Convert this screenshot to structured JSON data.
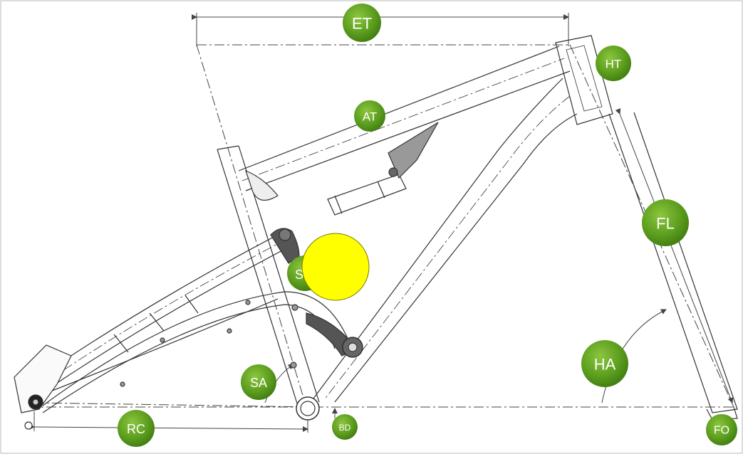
{
  "labels": {
    "et": "ET",
    "ht": "HT",
    "at": "AT",
    "fl": "FL",
    "ha": "HA",
    "sa": "SA",
    "rc": "RC",
    "bd": "BD",
    "fo": "FO",
    "hidden_label": "S"
  },
  "colors": {
    "badge_fill": "#5c9e1e",
    "badge_highlight": "#8cc63f",
    "line": "#333333",
    "dim_line": "#444444",
    "marker": "#ffff00",
    "marker_stroke": "#7a7a00"
  },
  "icons": {
    "overlay_marker": "yellow-circle-marker"
  }
}
